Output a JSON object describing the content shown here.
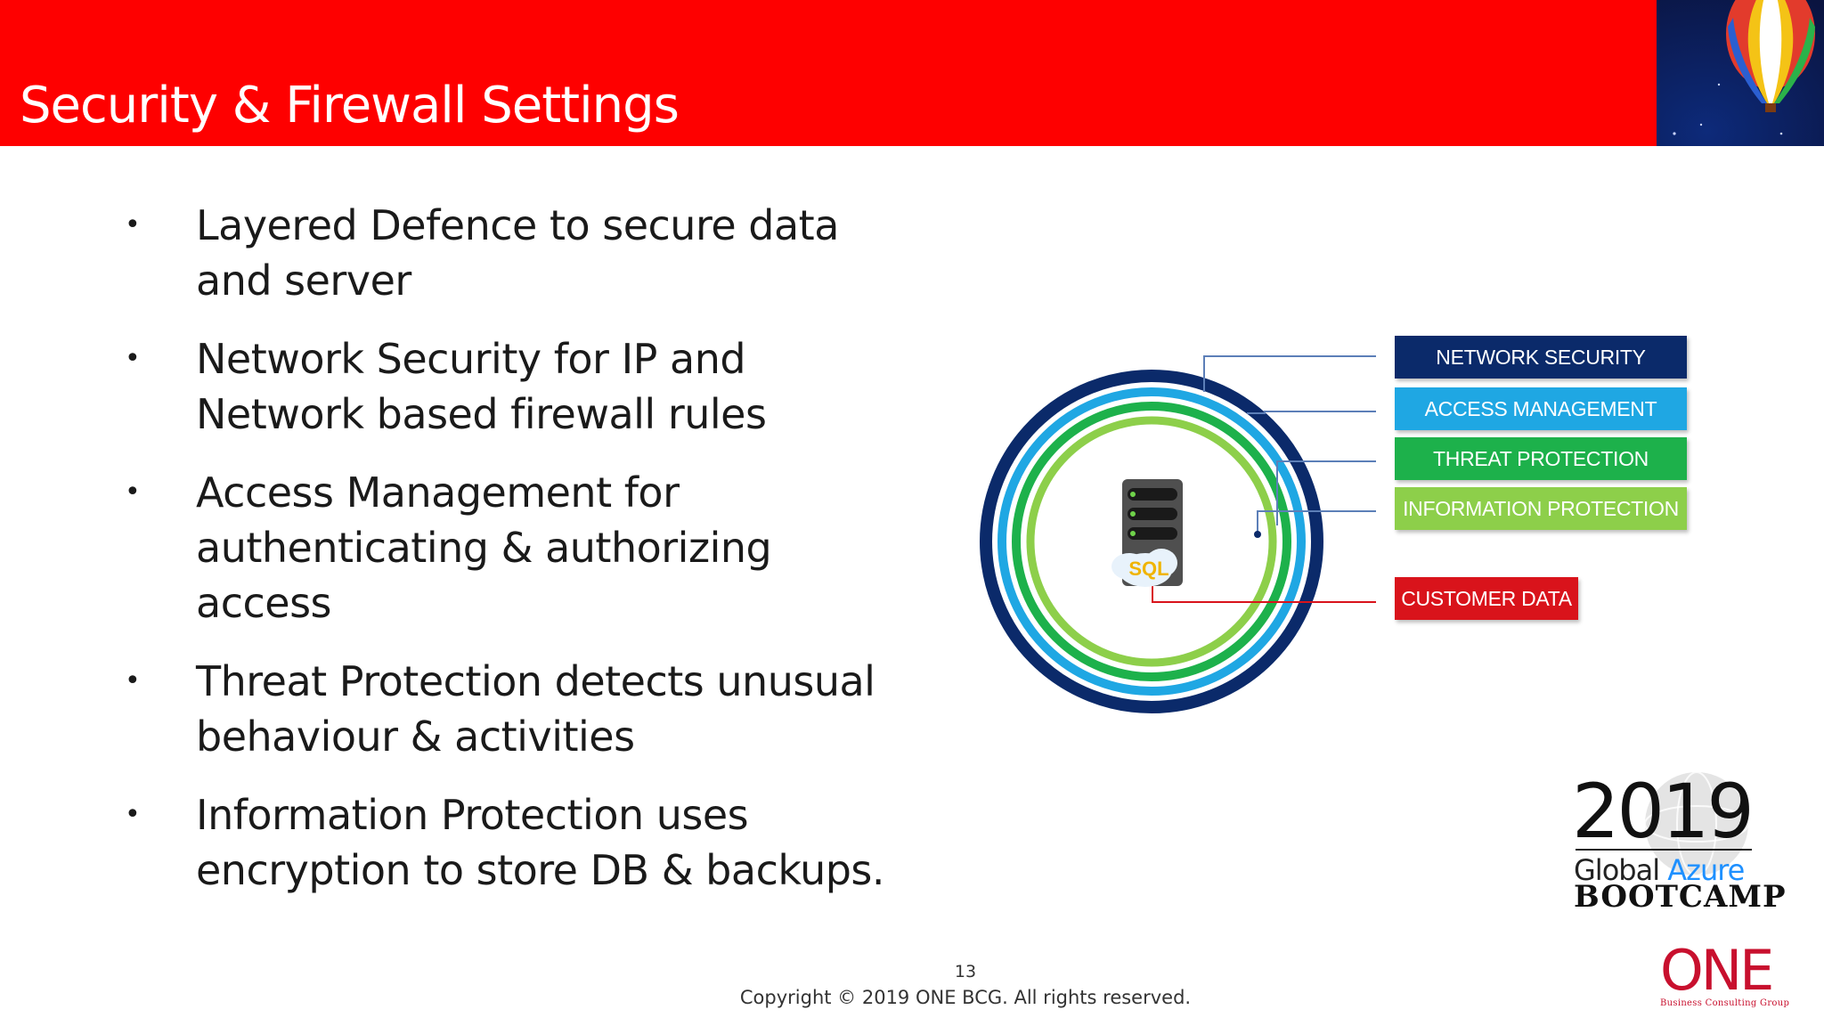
{
  "slide": {
    "title": "Security & Firewall Settings",
    "bullets": [
      "Layered Defence to secure data and server",
      "Network Security for IP and Network based firewall rules",
      "Access Management for authenticating & authorizing access",
      "Threat Protection detects unusual behaviour & activities",
      "Information Protection uses encryption to store DB & backups."
    ],
    "bullet_symbol": "•"
  },
  "diagram": {
    "server_label": "SQL",
    "layers": [
      {
        "label": "NETWORK SECURITY",
        "color": "#0b2a6a"
      },
      {
        "label": "ACCESS MANAGEMENT",
        "color": "#1fa7e3"
      },
      {
        "label": "THREAT PROTECTION",
        "color": "#1db14b"
      },
      {
        "label": "INFORMATION PROTECTION",
        "color": "#8dcf4a"
      }
    ],
    "customer": {
      "label": "CUSTOMER DATA",
      "color": "#d9131b"
    }
  },
  "logos": {
    "bootcamp_year": "2019",
    "bootcamp_global": "Global",
    "bootcamp_azure": "Azure",
    "bootcamp_word": "BOOTCAMP",
    "one_text": "ONE",
    "one_tagline": "Business Consulting Group"
  },
  "footer": {
    "page_number": "13",
    "copyright": "Copyright © 2019 ONE BCG. All rights reserved."
  },
  "colors": {
    "header_red": "#fe0000",
    "navy": "#0b2a6a",
    "light_blue": "#1fa7e3",
    "green": "#1db14b",
    "light_green": "#8dcf4a",
    "red": "#d9131b"
  }
}
